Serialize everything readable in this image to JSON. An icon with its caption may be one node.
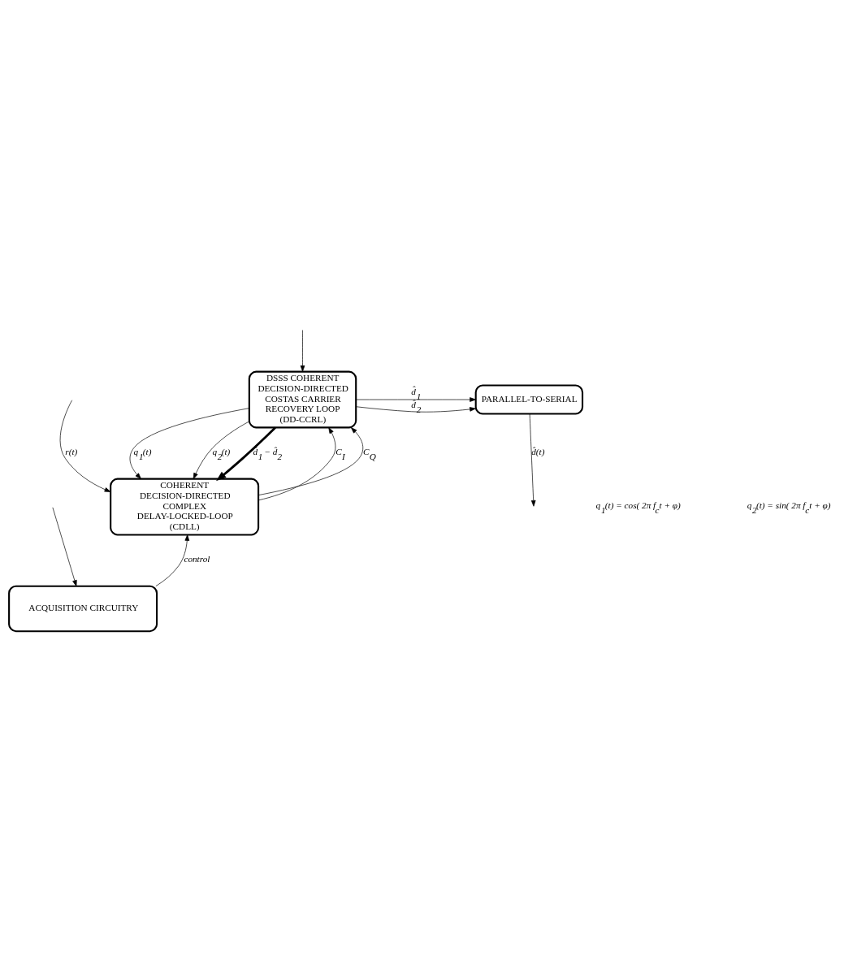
{
  "diagram": {
    "nodes": [
      {
        "text": [
          "DSSS COHERENT DECISION-DIRECTED COSTAS CARRIER RECOVERY LOOP (DD-CCRL)"
        ]
      },
      {
        "text": [
          "PARALLEL-TO-SERIAL"
        ]
      },
      {
        "text": [
          "COHERENT DECISION-DIRECTED COMPLEX DELAY-LOCKED-LOOP (CDLL)"
        ]
      },
      {
        "text": [
          "ACQUISITION CIRCUITRY"
        ]
      }
    ],
    "edges": [
      {
        "from": 0,
        "to": 1,
        "arrow": "to",
        "label": "d̂$_{1}$"
      },
      {
        "from": 0,
        "to": 1,
        "arrow": "to",
        "label": "d̂$_{2}$"
      },
      {
        "from": 1,
        "to": null,
        "arrow": "to",
        "label": "d̂(t)"
      },
      {
        "from": null,
        "to": 0,
        "arrow": "to"
      },
      {
        "from": null,
        "to": 2,
        "arrow": "to",
        "label": "r(t)"
      },
      {
        "from": null,
        "to": 3,
        "arrow": "to"
      },
      {
        "from": 2,
        "to": 0,
        "arrow": "to",
        "label": "C$_{I}$"
      },
      {
        "from": 2,
        "to": 0,
        "arrow": "to",
        "label": "C$_{Q}$"
      },
      {
        "from": 0,
        "to": 2,
        "arrow": "to",
        "label": "q$_{1}$(t)"
      },
      {
        "from": 0,
        "to": 2,
        "arrow": "to",
        "label": "q$_{2}$(t)"
      },
      {
        "from": 0,
        "to": 2,
        "arrow": "to",
        "label": "d̂$_{1}$ − d̂$_{2}$",
        "style": "thick"
      },
      {
        "from": 3,
        "to": 2,
        "arrow": "to",
        "label": "control"
      }
    ],
    "labels": [
      "q$_{1}$(t) = cos( 2π f$_{c}$t + φ)",
      "q$_{2}$(t) = sin( 2π f$_{c}$t + φ)"
    ]
  }
}
